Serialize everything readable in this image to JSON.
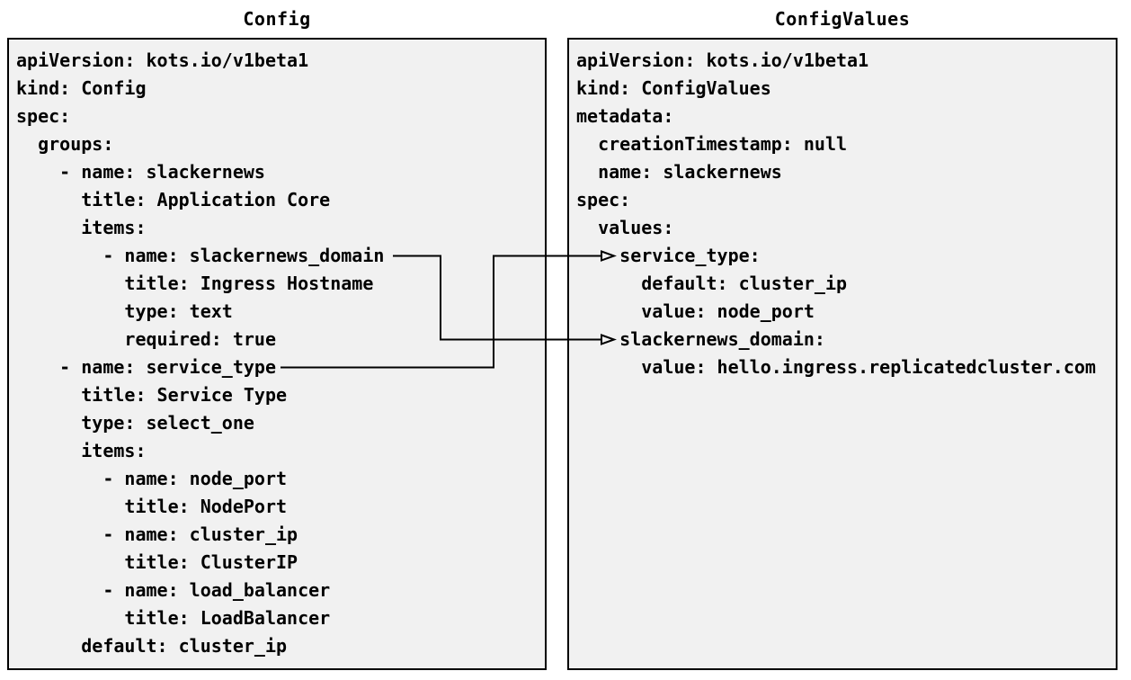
{
  "left_panel": {
    "title": "Config",
    "yaml_lines": [
      "apiVersion: kots.io/v1beta1",
      "kind: Config",
      "spec:",
      "  groups:",
      "    - name: slackernews",
      "      title: Application Core",
      "      items:",
      "        - name: slackernews_domain",
      "          title: Ingress Hostname",
      "          type: text",
      "          required: true",
      "    - name: service_type",
      "      title: Service Type",
      "      type: select_one",
      "      items:",
      "        - name: node_port",
      "          title: NodePort",
      "        - name: cluster_ip",
      "          title: ClusterIP",
      "        - name: load_balancer",
      "          title: LoadBalancer",
      "      default: cluster_ip"
    ]
  },
  "right_panel": {
    "title": "ConfigValues",
    "yaml_lines": [
      "apiVersion: kots.io/v1beta1",
      "kind: ConfigValues",
      "metadata:",
      "  creationTimestamp: null",
      "  name: slackernews",
      "spec:",
      "  values:",
      "    service_type:",
      "      default: cluster_ip",
      "      value: node_port",
      "    slackernews_domain:",
      "      value: hello.ingress.replicatedcluster.com"
    ]
  },
  "connections": [
    {
      "from_label": "slackernews_domain",
      "to_label": "slackernews_domain"
    },
    {
      "from_label": "service_type",
      "to_label": "service_type"
    }
  ],
  "colors": {
    "box_fill": "#f1f1f1",
    "box_border": "#000000",
    "text": "#000000",
    "connector": "#000000",
    "page_bg": "#ffffff"
  }
}
